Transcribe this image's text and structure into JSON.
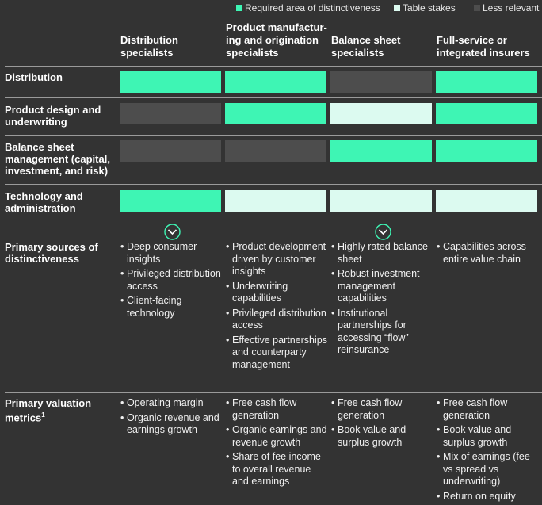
{
  "legend": [
    {
      "label": "Required area of distinctiveness",
      "color": "#3ef5b4"
    },
    {
      "label": "Table stakes",
      "color": "#dcfaf0"
    },
    {
      "label": "Less relevant",
      "color": "#4d4d4d"
    }
  ],
  "columns": [
    "Distribution specialists",
    "Product manufactur-ing and origination specialists",
    "Balance sheet specialists",
    "Full-service or integrated insurers"
  ],
  "rows": [
    {
      "label": "Distribution",
      "levels": [
        "required",
        "required",
        "less",
        "required"
      ]
    },
    {
      "label": "Product design and underwriting",
      "levels": [
        "less",
        "required",
        "table",
        "required"
      ]
    },
    {
      "label": "Balance sheet management (capital, investment, and risk)",
      "levels": [
        "less",
        "less",
        "required",
        "required"
      ]
    },
    {
      "label": "Technology and administration",
      "levels": [
        "required",
        "table",
        "table",
        "table"
      ]
    }
  ],
  "chevron_icon": "chevron-down-circle-icon",
  "sources": {
    "label": "Primary sources of distinctiveness",
    "cells": [
      [
        "Deep consumer insights",
        "Privileged distribution access",
        "Client-facing technology"
      ],
      [
        "Product development driven by customer insights",
        "Underwriting capabilities",
        "Privileged distribution access",
        "Effective partnerships and counterparty management"
      ],
      [
        "Highly rated balance sheet",
        "Robust investment management capabilities",
        "Institutional partnerships for accessing “flow” reinsurance"
      ],
      [
        "Capabilities across entire value chain"
      ]
    ]
  },
  "metrics": {
    "label": "Primary valuation metrics",
    "footnote": "1",
    "cells": [
      [
        "Operating margin",
        "Organic revenue and earnings growth"
      ],
      [
        "Free cash flow generation",
        "Organic earnings and revenue growth",
        "Share of fee income to overall revenue and earnings"
      ],
      [
        "Free cash flow generation",
        "Book value and surplus growth"
      ],
      [
        "Free cash flow generation",
        "Book value and surplus growth",
        "Mix of earnings (fee vs spread vs underwriting)",
        "Return on equity"
      ]
    ]
  }
}
